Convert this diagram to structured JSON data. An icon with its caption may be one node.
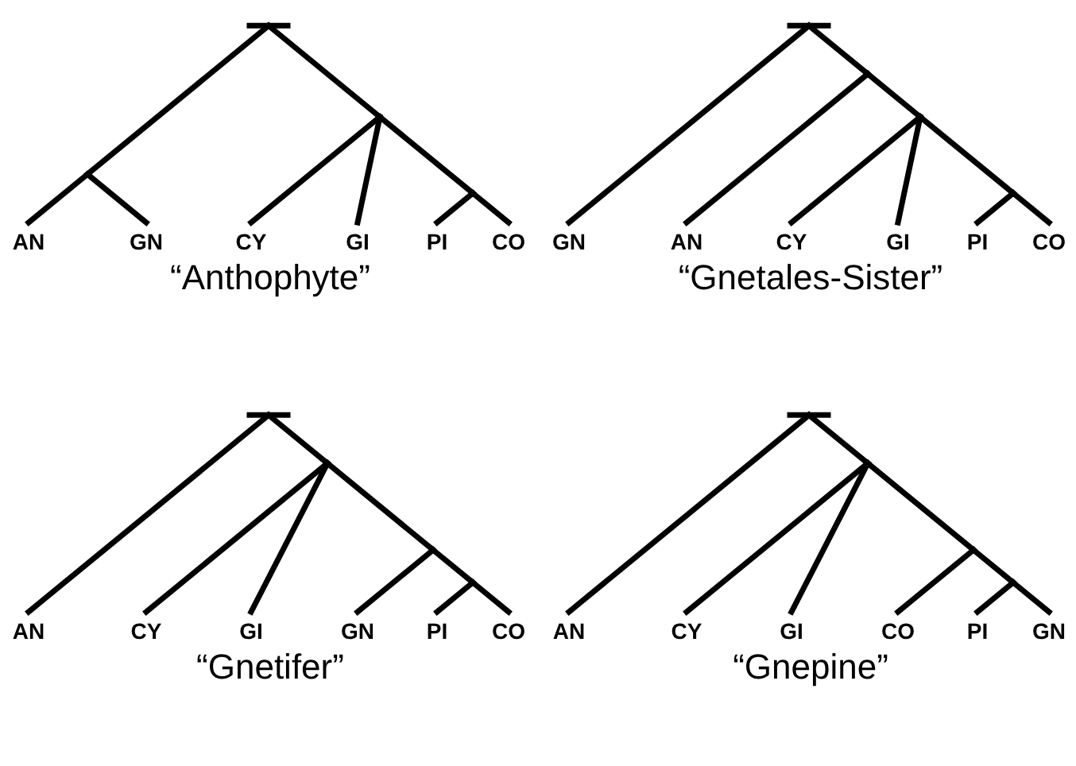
{
  "diagram": {
    "labels": [
      "AN",
      "GN",
      "CY",
      "GI",
      "PI",
      "CO",
      "“Anthophyte”",
      "GN",
      "AN",
      "CY",
      "GI",
      "PI",
      "CO",
      "“Gnetales-Sister”",
      "AN",
      "CY",
      "GI",
      "GN",
      "PI",
      "CO",
      "“Gnetifer”",
      "AN",
      "CY",
      "GI",
      "CO",
      "PI",
      "GN",
      "“Gnepine”"
    ]
  }
}
